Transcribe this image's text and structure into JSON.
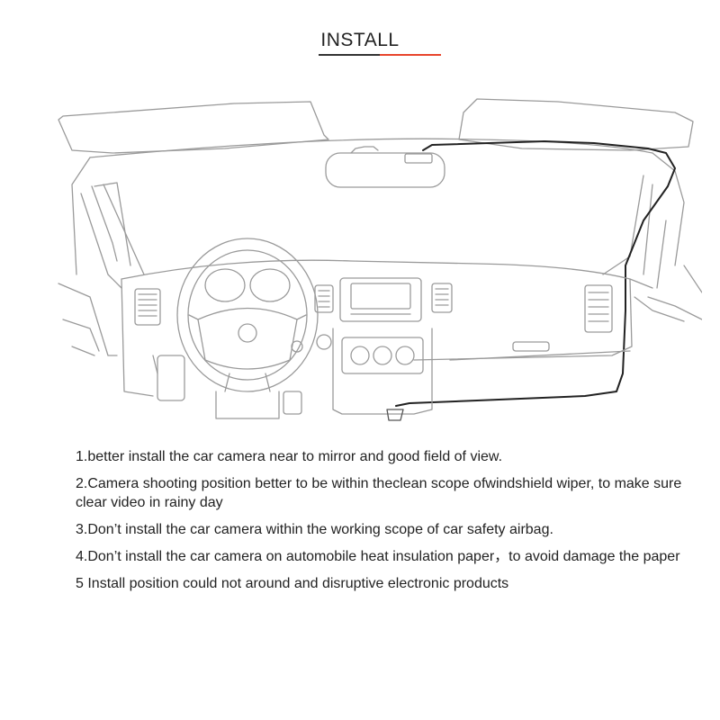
{
  "header": {
    "title": "INSTALL",
    "accent_color": "#e8452c",
    "dark_color": "#333333"
  },
  "illustration": {
    "subject": "car-interior-dashcam-install-diagram"
  },
  "notes": [
    "1.better install the car camera near to mirror and good field of view.",
    "2.Camera shooting position better to be within theclean scope ofwindshield wiper, to make sure clear video in rainy day",
    "3.Don’t install the car camera within the working scope of car safety airbag.",
    "4.Don’t install the car camera on automobile heat insulation paper，to avoid damage the paper",
    "5 Install position could not around and disruptive electronic products"
  ]
}
